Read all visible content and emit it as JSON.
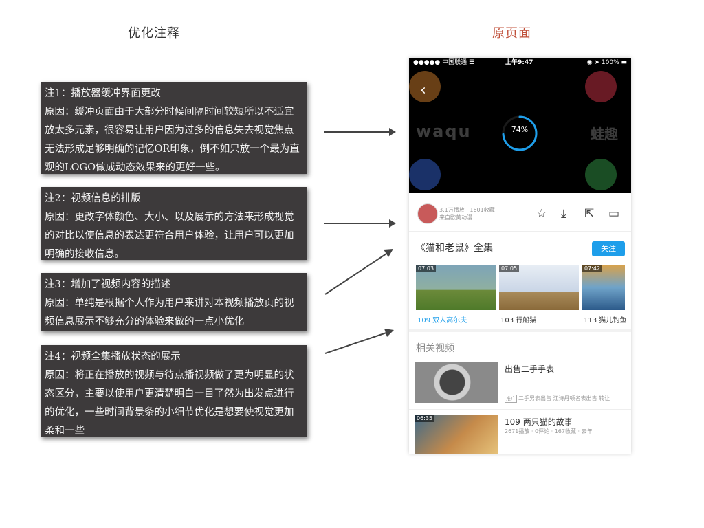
{
  "headings": {
    "left": "优化注释",
    "right": "原页面"
  },
  "notes": [
    {
      "title": "注1：播放器缓冲界面更改",
      "body": "原因：缓冲页面由于大部分时候间隔时间较短所以不适宜放太多元素，很容易让用户因为过多的信息失去视觉焦点无法形成足够明确的记忆OR印象，倒不如只放一个最为直观的LOGO做成动态效果来的更好一些。"
    },
    {
      "title": "注2：视频信息的排版",
      "body": "原因：更改字体颜色、大小、以及展示的方法来形成视觉的对比以使信息的表达更符合用户体验，让用户可以更加明确的接收信息。"
    },
    {
      "title": "注3：增加了视频内容的描述",
      "body": "原因：单纯是根据个人作为用户来讲对本视频播放页的视频信息展示不够充分的体验来做的一点小优化"
    },
    {
      "title": "注4：视频全集播放状态的展示",
      "body": "原因：将正在播放的视频与待点播视频做了更为明显的状态区分，主要以使用户更清楚明白一目了然为出发点进行的优化，一些时间背景条的小细节优化是想要使视觉更加柔和一些"
    }
  ],
  "phone": {
    "status": {
      "carrier": "●●●●● 中国联通 ☰",
      "time": "上午9:47",
      "battery": "◉ ➤ 100% ▬"
    },
    "player": {
      "back": "‹",
      "logo_left": "waqu",
      "logo_right": "蛙趣",
      "progress_text": "74%",
      "progress": 0.74
    },
    "info": {
      "line1": "3.1万播放 · 1601收藏",
      "line2": "来自欧美动漫"
    },
    "series": {
      "title": "《猫和老鼠》全集",
      "follow": "关注",
      "episodes": [
        {
          "badge": "07:03",
          "caption": "109 双人高尔夫",
          "color": "#1e9eea"
        },
        {
          "badge": "07:05",
          "caption": "103 行船猫",
          "color": "#333333"
        },
        {
          "badge": "07:42",
          "caption": "113 猫儿钓鱼",
          "color": "#333333"
        }
      ]
    },
    "related": {
      "title": "相关视频",
      "items": [
        {
          "title": "出售二手手表",
          "tag": "推广",
          "sub": "二手男表出售 江诗丹顿名表出售 转让",
          "badge": ""
        },
        {
          "title": "109 两只猫的故事",
          "tag": "",
          "sub": "2671播放 · 0评论 · 167收藏 · 去年",
          "badge": "06:35"
        }
      ]
    }
  }
}
